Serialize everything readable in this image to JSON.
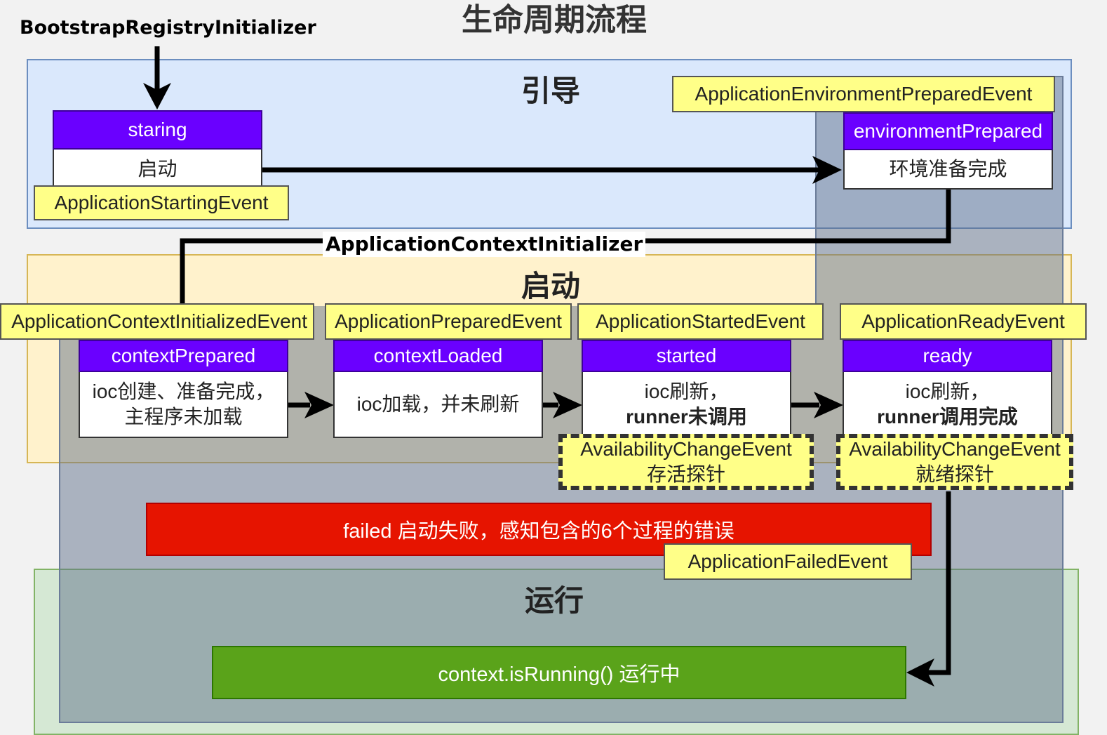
{
  "title": "生命周期流程",
  "bootstrap_label": "BootstrapRegistryInitializer",
  "context_initializer_label": "ApplicationContextInitializer",
  "zones": {
    "bootstrap": "引导",
    "startup": "启动",
    "running": "运行"
  },
  "stages": {
    "starting": {
      "name": "staring",
      "desc": "启动"
    },
    "environment_prepared": {
      "name": "environmentPrepared",
      "desc": "环境准备完成"
    },
    "context_prepared": {
      "name": "contextPrepared",
      "desc_line1": "ioc创建、准备完成，",
      "desc_line2": "主程序未加载"
    },
    "context_loaded": {
      "name": "contextLoaded",
      "desc": "ioc加载，并未刷新"
    },
    "started": {
      "name": "started",
      "desc_line1": "ioc刷新，",
      "desc_line2": "runner未调用"
    },
    "ready": {
      "name": "ready",
      "desc_line1": "ioc刷新，",
      "desc_line2": "runner调用完成"
    }
  },
  "events": {
    "starting": "ApplicationStartingEvent",
    "environment_prepared": "ApplicationEnvironmentPreparedEvent",
    "context_initialized": "ApplicationContextInitializedEvent",
    "prepared": "ApplicationPreparedEvent",
    "started": "ApplicationStartedEvent",
    "ready": "ApplicationReadyEvent",
    "failed": "ApplicationFailedEvent",
    "availability_liveness": {
      "name": "AvailabilityChangeEvent",
      "desc": "存活探针"
    },
    "availability_readiness": {
      "name": "AvailabilityChangeEvent",
      "desc": "就绪探针"
    }
  },
  "failed_bar": "failed  启动失败，感知包含的6个过程的错误",
  "running_bar": "context.isRunning()  运行中",
  "colors": {
    "stage_header": "#6a00ff",
    "event_fill": "#ffff88",
    "failed": "#e61400",
    "running": "#5aa31a",
    "bootstrap_zone": "#dae8fc",
    "startup_zone": "#fff2cc",
    "running_zone": "#d5e8d4"
  }
}
